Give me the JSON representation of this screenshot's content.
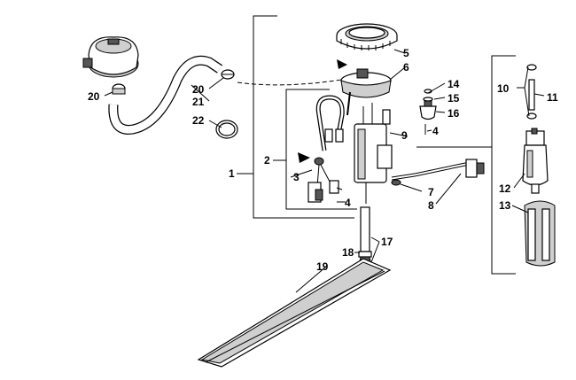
{
  "diagram": {
    "callouts": {
      "c1": "1",
      "c2": "2",
      "c3": "3",
      "c4a": "4",
      "c4b": "4",
      "c5": "5",
      "c6": "6",
      "c7": "7",
      "c8": "8",
      "c9": "9",
      "c10": "10",
      "c11": "11",
      "c12": "12",
      "c13": "13",
      "c14": "14",
      "c15": "15",
      "c16": "16",
      "c17": "17",
      "c18": "18",
      "c19": "19",
      "c20a": "20",
      "c20b": "20",
      "c21": "21",
      "c22": "22"
    }
  }
}
